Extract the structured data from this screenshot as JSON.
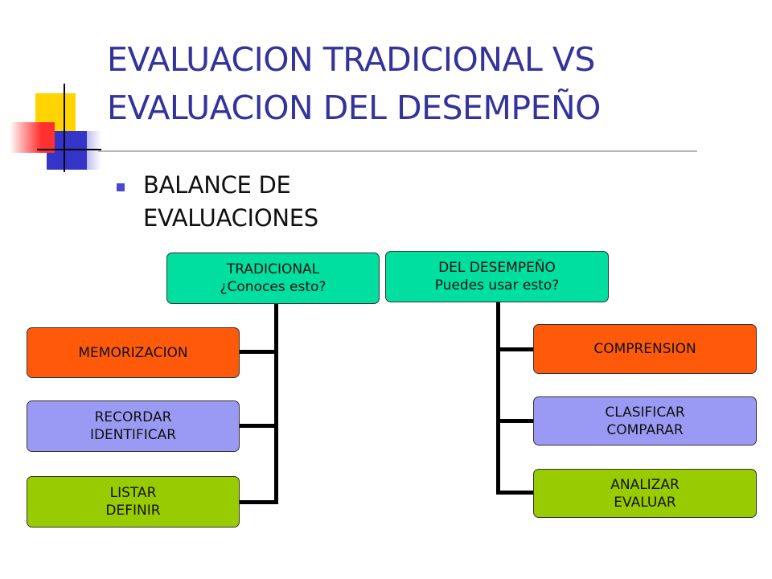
{
  "slide": {
    "title_line1": "EVALUACION TRADICIONAL VS",
    "title_line2": "EVALUACION DEL DESEMPEÑO",
    "bullet_line1": "BALANCE DE",
    "bullet_line2": "EVALUACIONES"
  },
  "diagram": {
    "left": {
      "root": {
        "line1": "TRADICIONAL",
        "line2": "¿Conoces esto?",
        "color": "#00dea0"
      },
      "children": [
        {
          "line1": "MEMORIZACION",
          "line2": "",
          "color": "#ff5a0a"
        },
        {
          "line1": "RECORDAR",
          "line2": "IDENTIFICAR",
          "color": "#9a9af4"
        },
        {
          "line1": "LISTAR",
          "line2": "DEFINIR",
          "color": "#99cc00"
        }
      ]
    },
    "right": {
      "root": {
        "line1": "DEL DESEMPEÑO",
        "line2": "Puedes usar esto?",
        "color": "#00dea0"
      },
      "children": [
        {
          "line1": "COMPRENSION",
          "line2": "",
          "color": "#ff5a0a"
        },
        {
          "line1": "CLASIFICAR",
          "line2": "COMPARAR",
          "color": "#9a9af4"
        },
        {
          "line1": "ANALIZAR",
          "line2": "EVALUAR",
          "color": "#99cc00"
        }
      ]
    }
  }
}
